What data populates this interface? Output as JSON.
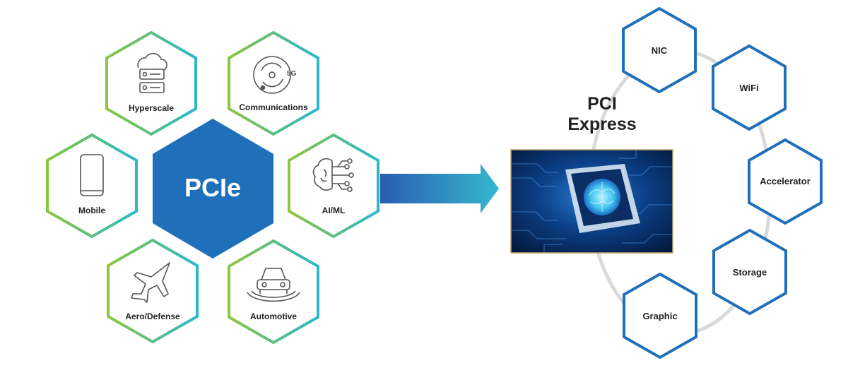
{
  "center_label": "PCIe",
  "applications": [
    {
      "label": "Hyperscale",
      "icon": "server-cloud-icon"
    },
    {
      "label": "Communications",
      "icon": "5g-signal-icon"
    },
    {
      "label": "Mobile",
      "icon": "mobile-phone-icon"
    },
    {
      "label": "AI/ML",
      "icon": "brain-circuit-icon"
    },
    {
      "label": "Aero/Defense",
      "icon": "fighter-jet-icon"
    },
    {
      "label": "Automotive",
      "icon": "car-radar-icon"
    }
  ],
  "pci_title_line1": "PCI",
  "pci_title_line2": "Express",
  "chip_image": "ai-chip-circuit-board-image",
  "devices": [
    {
      "label": "NIC"
    },
    {
      "label": "WiFi"
    },
    {
      "label": "Accelerator"
    },
    {
      "label": "Storage"
    },
    {
      "label": "Graphic"
    }
  ],
  "colors": {
    "center_hex": "#1f6fba",
    "app_border_start": "#8dc63f",
    "app_border_end": "#2bb8c9",
    "device_border": "#1f6fba",
    "ring": "#d9d9d9",
    "arrow_start": "#2a5db0",
    "arrow_end": "#35b8cf"
  }
}
